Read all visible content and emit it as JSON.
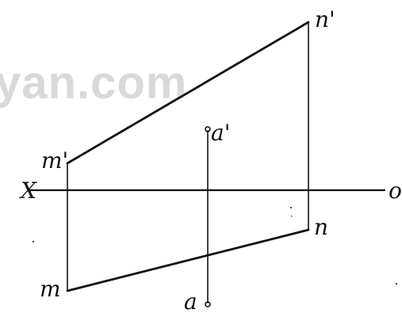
{
  "watermark": {
    "text": "yan.com"
  },
  "labels": {
    "x_left": "X",
    "o_right": "o",
    "m_prime": "m'",
    "n_prime": "n'",
    "a_prime": "a'",
    "m": "m",
    "n": "n",
    "a": "a"
  },
  "colors": {
    "background": "#ffffff",
    "ink": "#111111",
    "watermark": "#d9d9d9"
  }
}
